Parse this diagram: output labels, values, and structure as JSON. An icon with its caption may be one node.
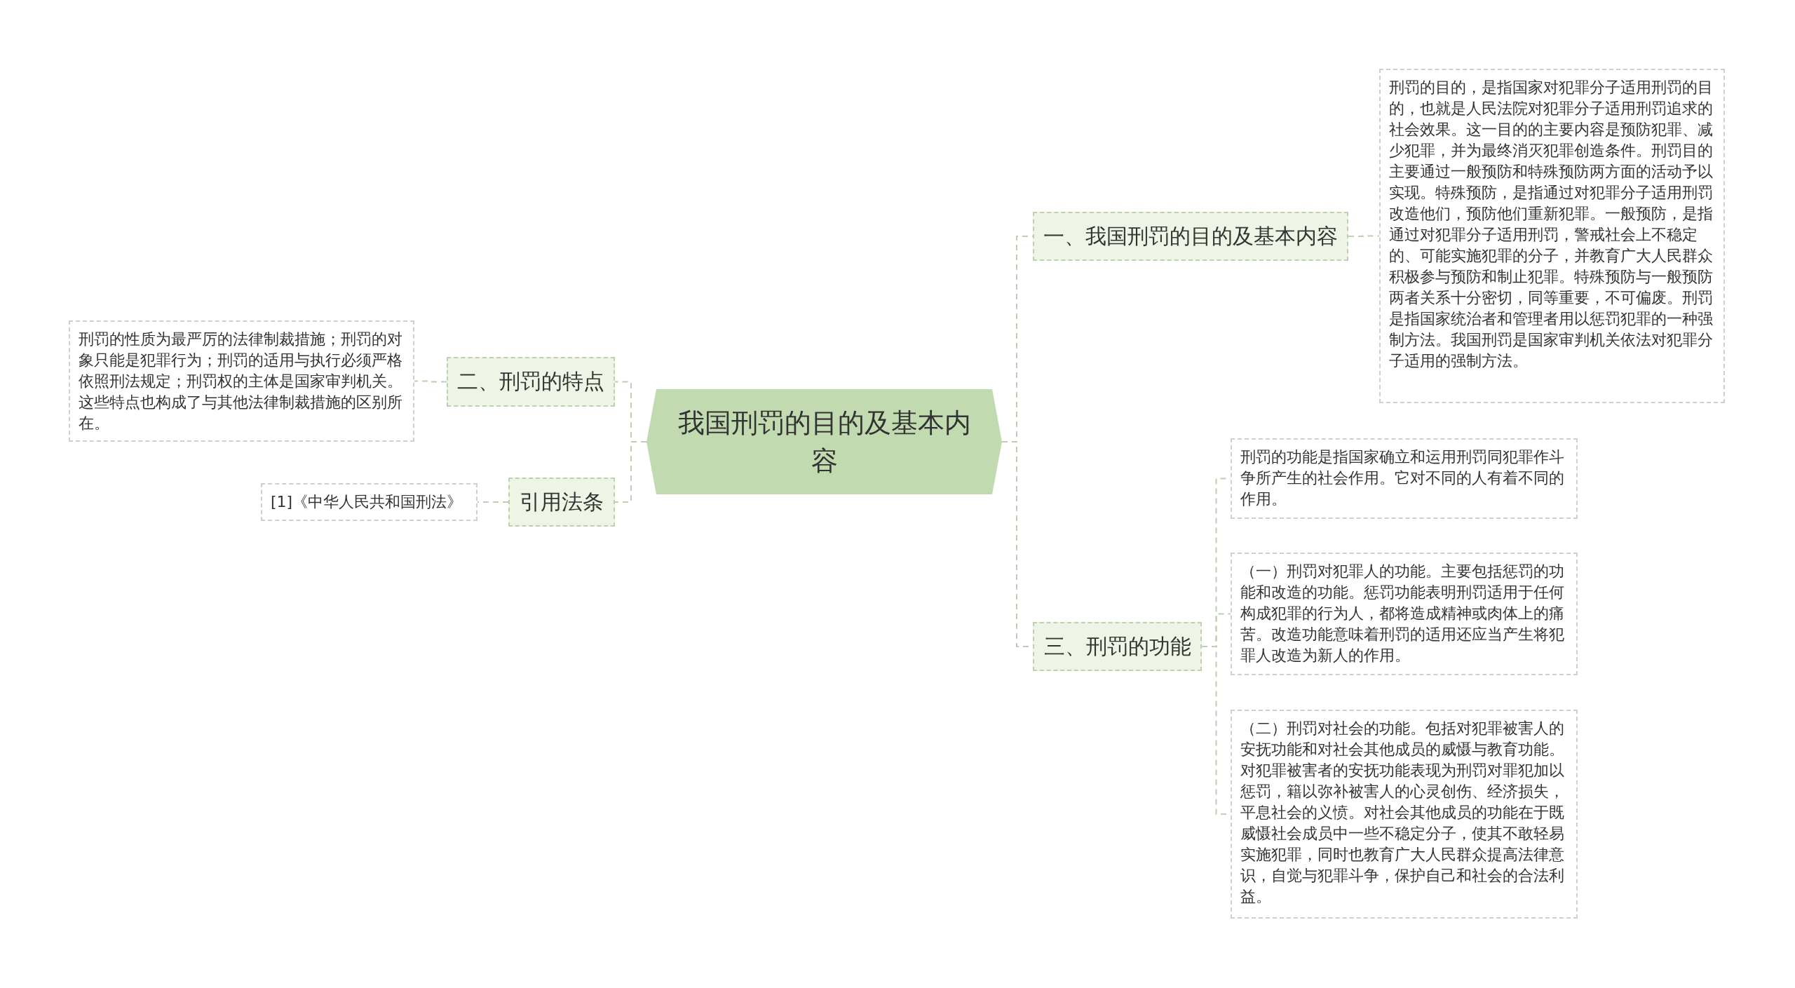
{
  "diagram": {
    "nodes": [
      {
        "text": [
          "我国刑罚的目的及基本内容"
        ]
      },
      {
        "text": [
          "一、我国刑罚的目的及基本内容"
        ]
      },
      {
        "text": [
          "刑罚的目的，是指国家对犯罪分子适用刑罚的目的，也就是人民法院对犯罪分子适用刑罚追求的社会效果。这一目的的主要内容是预防犯罪、减少犯罪，并为最终消灭犯罪创造条件。刑罚目的主要通过一般预防和特殊预防两方面的活动予以实现。特殊预防，是指通过对犯罪分子适用刑罚改造他们，预防他们重新犯罪。一般预防，是指通过对犯罪分子适用刑罚，警戒社会上不稳定的、可能实施犯罪的分子，并教育广大人民群众积极参与预防和制止犯罪。特殊预防与一般预防两者关系十分密切，同等重要，不可偏废。刑罚是指国家统治者和管理者用以惩罚犯罪的一种强制方法。我国刑罚是国家审判机关依法对犯罪分子适用的强制方法。"
        ]
      },
      {
        "text": [
          "三、刑罚的功能"
        ]
      },
      {
        "text": [
          "刑罚的功能是指国家确立和运用刑罚同犯罪作斗争所产生的社会作用。它对不同的人有着不同的作用。"
        ]
      },
      {
        "text": [
          "（一）刑罚对犯罪人的功能。主要包括惩罚的功能和改造的功能。惩罚功能表明刑罚适用于任何构成犯罪的行为人，都将造成精神或肉体上的痛苦。改造功能意味着刑罚的适用还应当产生将犯罪人改造为新人的作用。"
        ]
      },
      {
        "text": [
          "（二）刑罚对社会的功能。包括对犯罪被害人的安抚功能和对社会其他成员的威慑与教育功能。对犯罪被害者的安抚功能表现为刑罚对罪犯加以惩罚，籍以弥补被害人的心灵创伤、经济损失，平息社会的义愤。对社会其他成员的功能在于既威慑社会成员中一些不稳定分子，使其不敢轻易实施犯罪，同时也教育广大人民群众提高法律意识，自觉与犯罪斗争，保护自己和社会的合法利益。"
        ]
      },
      {
        "text": [
          "二、刑罚的特点"
        ]
      },
      {
        "text": [
          "刑罚的性质为最严厉的法律制裁措施；刑罚的对象只能是犯罪行为；刑罚的适用与执行必须严格依照刑法规定；刑罚权的主体是国家审判机关。这些特点也构成了与其他法律制裁措施的区别所在。"
        ]
      },
      {
        "text": [
          "引用法条"
        ]
      },
      {
        "text": [
          "[1]《中华人民共和国刑法》"
        ]
      }
    ],
    "edges": [
      {
        "from": 0,
        "to": 1,
        "arrow": "none"
      },
      {
        "from": 0,
        "to": 3,
        "arrow": "none"
      },
      {
        "from": 0,
        "to": 7,
        "arrow": "none"
      },
      {
        "from": 0,
        "to": 9,
        "arrow": "none"
      },
      {
        "from": 1,
        "to": 2,
        "arrow": "none"
      },
      {
        "from": 3,
        "to": 4,
        "arrow": "none"
      },
      {
        "from": 3,
        "to": 5,
        "arrow": "none"
      },
      {
        "from": 3,
        "to": 6,
        "arrow": "none"
      },
      {
        "from": 7,
        "to": 8,
        "arrow": "none"
      },
      {
        "from": 9,
        "to": 10,
        "arrow": "none"
      }
    ]
  }
}
